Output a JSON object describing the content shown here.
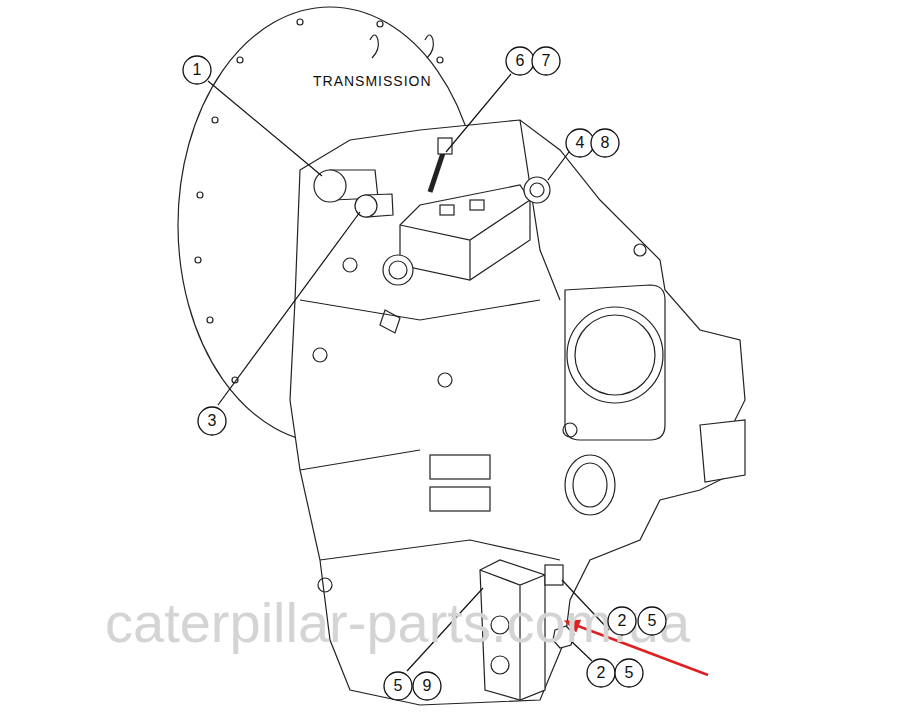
{
  "diagram": {
    "nodes": [
      {
        "text": [
          "1"
        ]
      },
      {
        "text": [
          "6"
        ]
      },
      {
        "text": [
          "7"
        ]
      },
      {
        "text": [
          "4"
        ]
      },
      {
        "text": [
          "8"
        ]
      },
      {
        "text": [
          "3"
        ]
      },
      {
        "text": [
          "2"
        ]
      },
      {
        "text": [
          "5"
        ]
      },
      {
        "text": [
          "2"
        ]
      },
      {
        "text": [
          "5"
        ]
      },
      {
        "text": [
          "5"
        ]
      },
      {
        "text": [
          "9"
        ]
      }
    ],
    "labels": [
      "TRANSMISSION",
      "caterpillar-parts.com.ua"
    ]
  }
}
